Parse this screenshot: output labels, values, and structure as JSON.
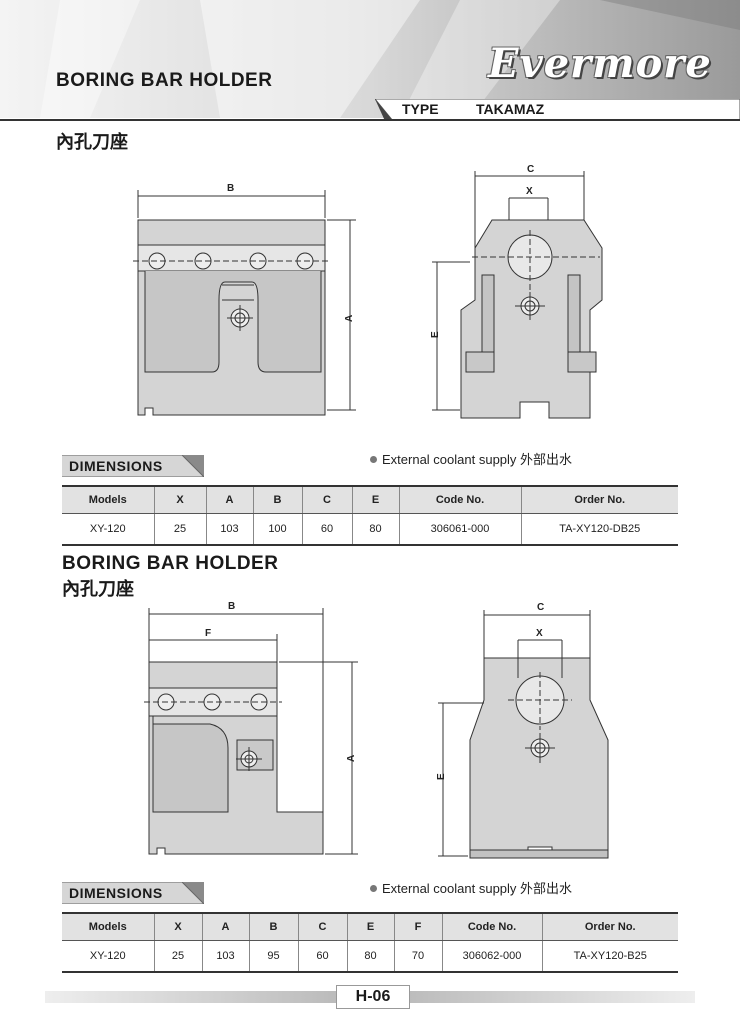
{
  "header": {
    "title": "BORING BAR HOLDER",
    "logo": "Evermore",
    "type_label": "TYPE",
    "type_value": "TAKAMAZ"
  },
  "section1": {
    "cn_title": "內孔刀座",
    "drawing_labels": {
      "B": "B",
      "A": "A",
      "C": "C",
      "X": "X",
      "E": "E"
    },
    "dimensions_tag": "DIMENSIONS",
    "note": "External coolant supply 外部出水",
    "table": {
      "headers": [
        "Models",
        "X",
        "A",
        "B",
        "C",
        "E",
        "Code No.",
        "Order No."
      ],
      "row": [
        "XY-120",
        "25",
        "103",
        "100",
        "60",
        "80",
        "306061-000",
        "TA-XY120-DB25"
      ]
    }
  },
  "section2": {
    "title": "BORING BAR HOLDER",
    "cn_title": "內孔刀座",
    "drawing_labels": {
      "B": "B",
      "F": "F",
      "A": "A",
      "C": "C",
      "X": "X",
      "E": "E"
    },
    "dimensions_tag": "DIMENSIONS",
    "note": "External coolant supply 外部出水",
    "table": {
      "headers": [
        "Models",
        "X",
        "A",
        "B",
        "C",
        "E",
        "F",
        "Code No.",
        "Order No."
      ],
      "row": [
        "XY-120",
        "25",
        "103",
        "95",
        "60",
        "80",
        "70",
        "306062-000",
        "TA-XY120-B25"
      ]
    }
  },
  "footer": {
    "page": "H-06"
  }
}
